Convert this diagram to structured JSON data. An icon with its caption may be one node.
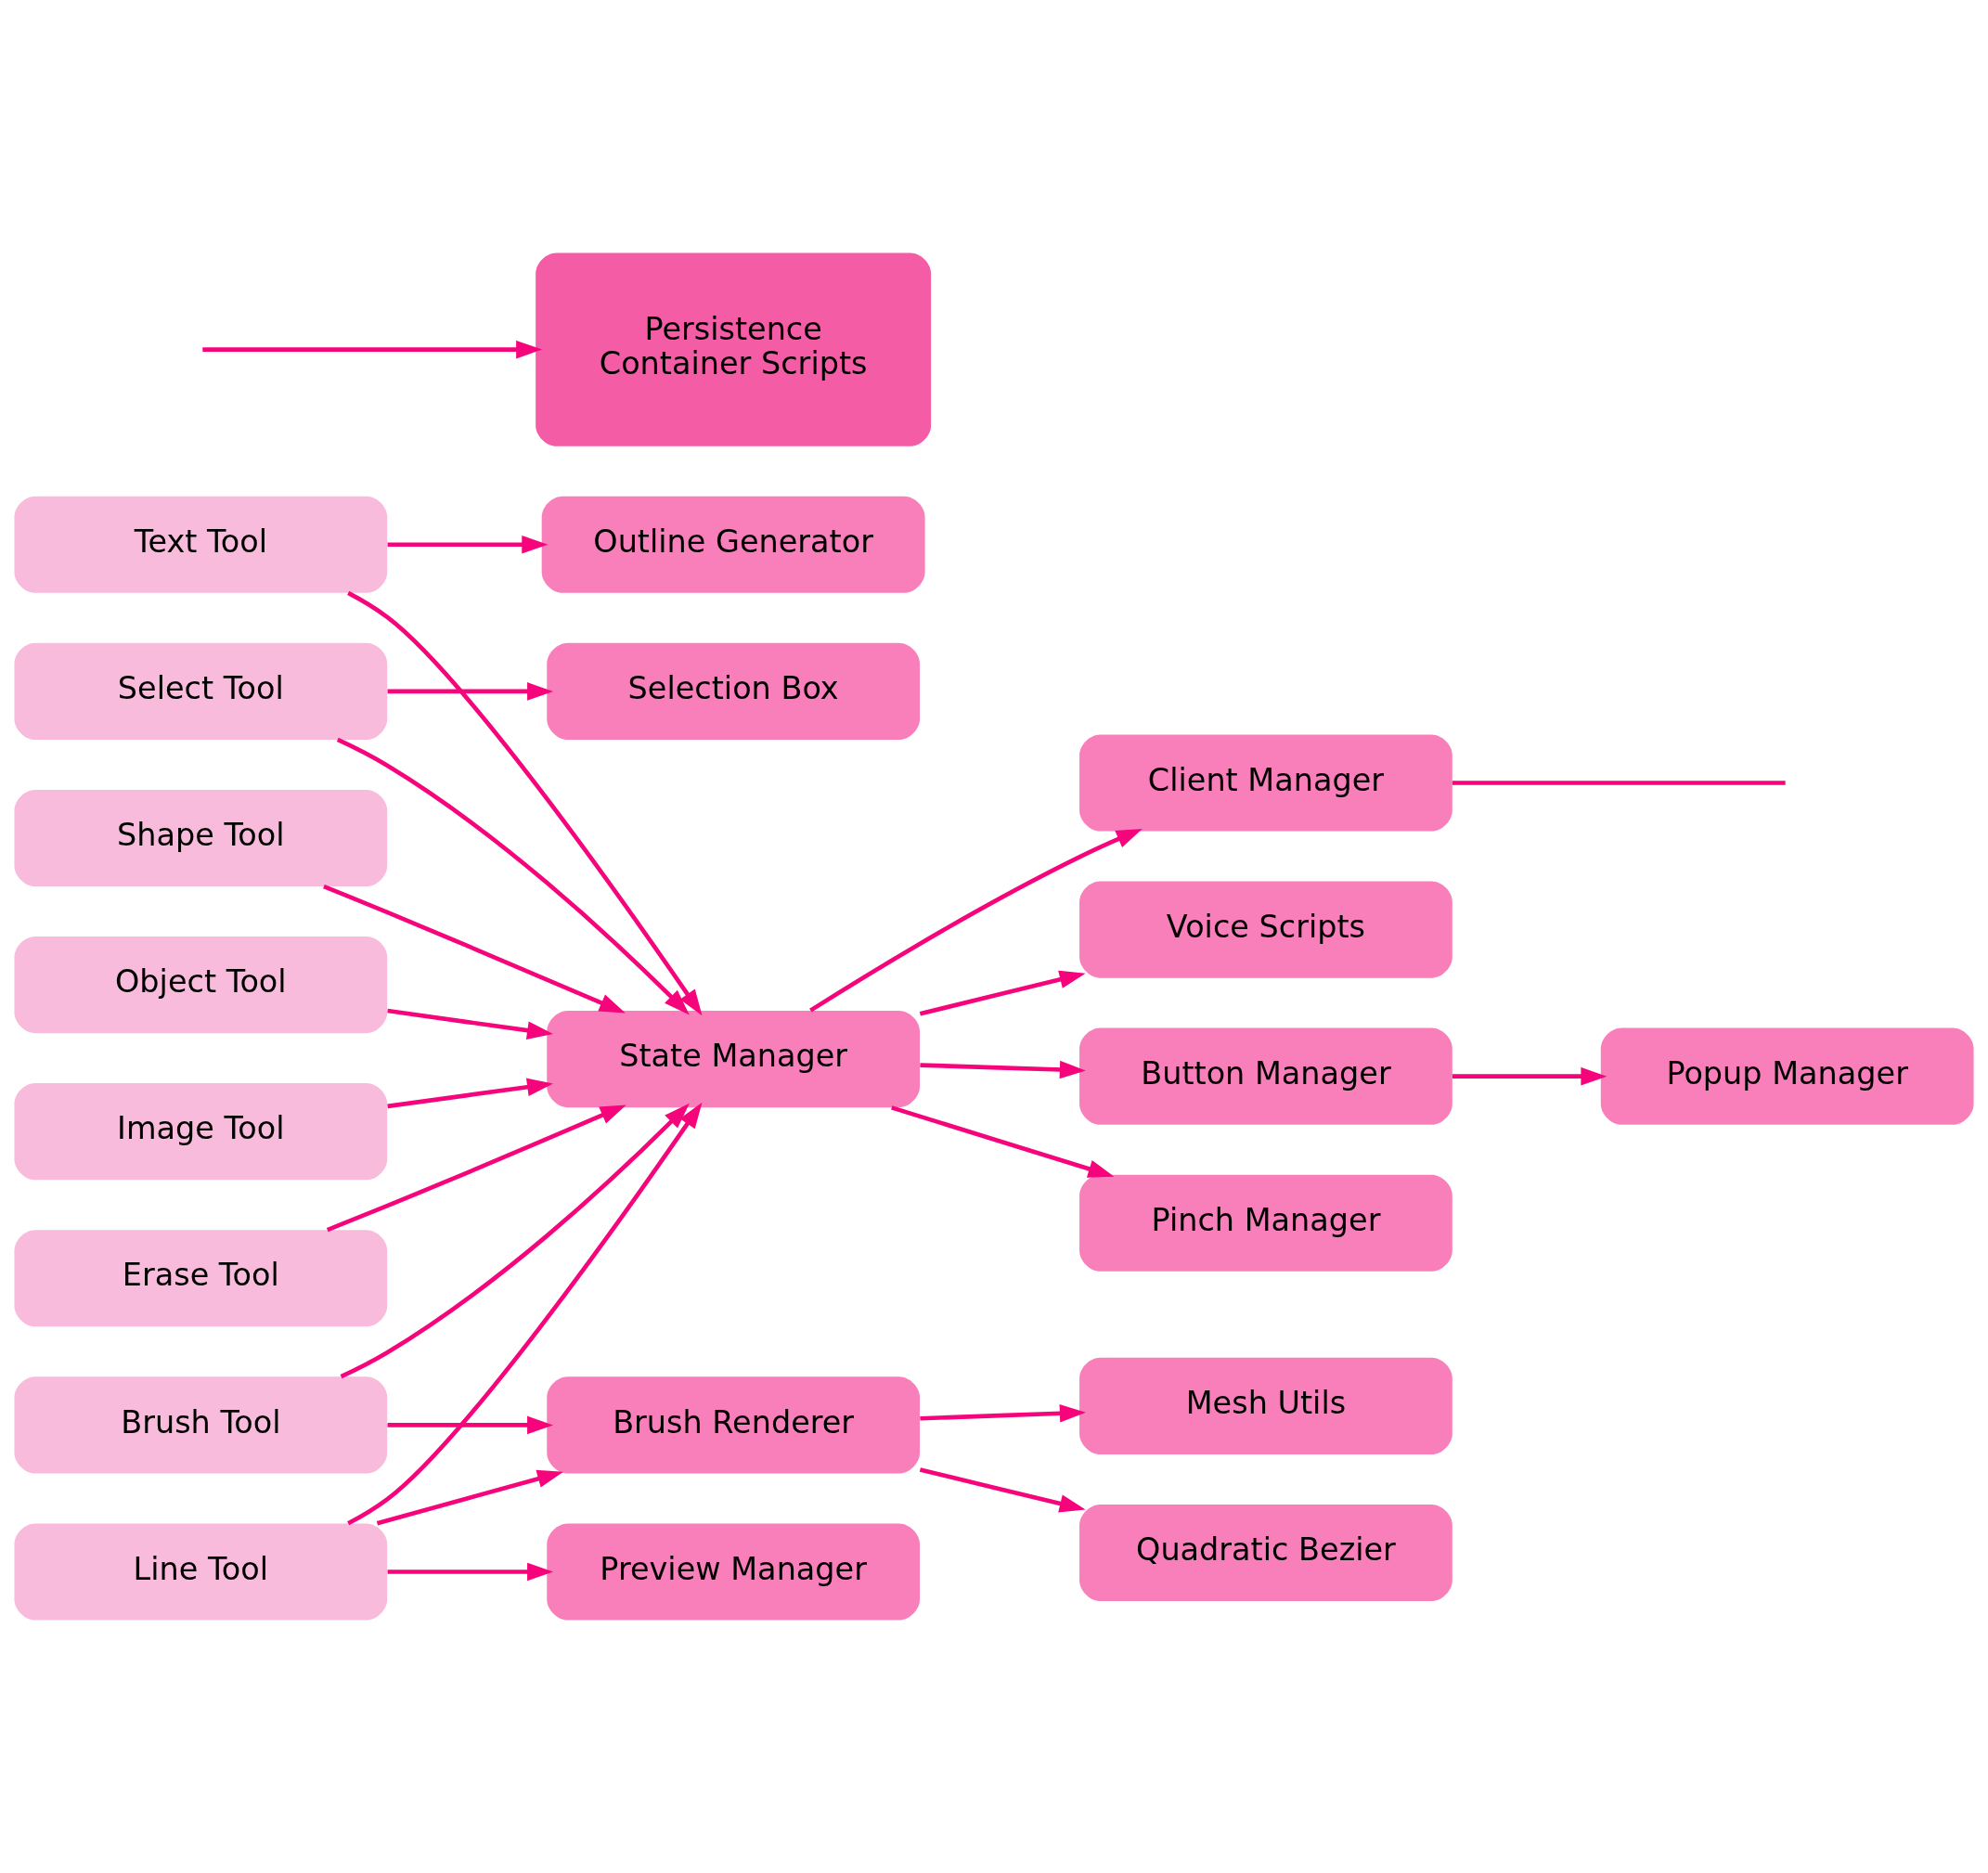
{
  "diagram": {
    "nodes": [
      {
        "text": [
          "Text Tool"
        ]
      },
      {
        "text": [
          "Outline Generator"
        ]
      },
      {
        "text": [
          "Popup Manager"
        ]
      },
      {
        "text": [
          "Shape Tool"
        ]
      },
      {
        "text": [
          "Button Manager"
        ]
      },
      {
        "text": [
          "Select Tool"
        ]
      },
      {
        "text": [
          "State Manager"
        ]
      },
      {
        "text": [
          "Object Tool"
        ]
      },
      {
        "text": [
          "Pinch Manager"
        ]
      },
      {
        "text": [
          "Line Tool"
        ]
      },
      {
        "text": [
          "Client Manager"
        ]
      },
      {
        "text": [
          "Image Tool"
        ]
      },
      {
        "text": [
          "Erase Tool"
        ]
      },
      {
        "text": [
          "Voice Scripts"
        ]
      },
      {
        "text": [
          "Brush Tool"
        ]
      },
      {
        "text": [
          "Selection Box"
        ]
      },
      {
        "text": [
          "Preview Manager"
        ]
      },
      {
        "text": [
          "Brush Renderer"
        ]
      },
      {
        "text": [
          "Persistence",
          "Container Scripts"
        ]
      },
      {
        "text": [
          "Mesh Utils"
        ]
      },
      {
        "text": [
          "Quadratic Bezier"
        ]
      }
    ],
    "edges": [
      {
        "from": 0,
        "to": 1,
        "arrow": "to"
      },
      {
        "from": 0,
        "to": 6,
        "arrow": "to"
      },
      {
        "from": 3,
        "to": 6,
        "arrow": "to"
      },
      {
        "from": 5,
        "to": 6,
        "arrow": "to"
      },
      {
        "from": 7,
        "to": 6,
        "arrow": "to"
      },
      {
        "from": 9,
        "to": 6,
        "arrow": "to"
      },
      {
        "from": 11,
        "to": 6,
        "arrow": "to"
      },
      {
        "from": 12,
        "to": 6,
        "arrow": "to"
      },
      {
        "from": 14,
        "to": 6,
        "arrow": "to"
      },
      {
        "from": 5,
        "to": 15,
        "arrow": "to"
      },
      {
        "from": 9,
        "to": 16,
        "arrow": "to"
      },
      {
        "from": 9,
        "to": 17,
        "arrow": "to"
      },
      {
        "from": 14,
        "to": 17,
        "arrow": "to"
      },
      {
        "from": 17,
        "to": 19,
        "arrow": "to"
      },
      {
        "from": 17,
        "to": 20,
        "arrow": "to"
      },
      {
        "from": 6,
        "to": 4,
        "arrow": "to"
      },
      {
        "from": 6,
        "to": 8,
        "arrow": "to"
      },
      {
        "from": 6,
        "to": 10,
        "arrow": "to"
      },
      {
        "from": 6,
        "to": 13,
        "arrow": "to"
      },
      {
        "from": 4,
        "to": 2,
        "arrow": "to"
      },
      {
        "from": 10,
        "to": null,
        "arrow": "none"
      },
      {
        "from": null,
        "to": 18,
        "arrow": "to"
      }
    ]
  }
}
